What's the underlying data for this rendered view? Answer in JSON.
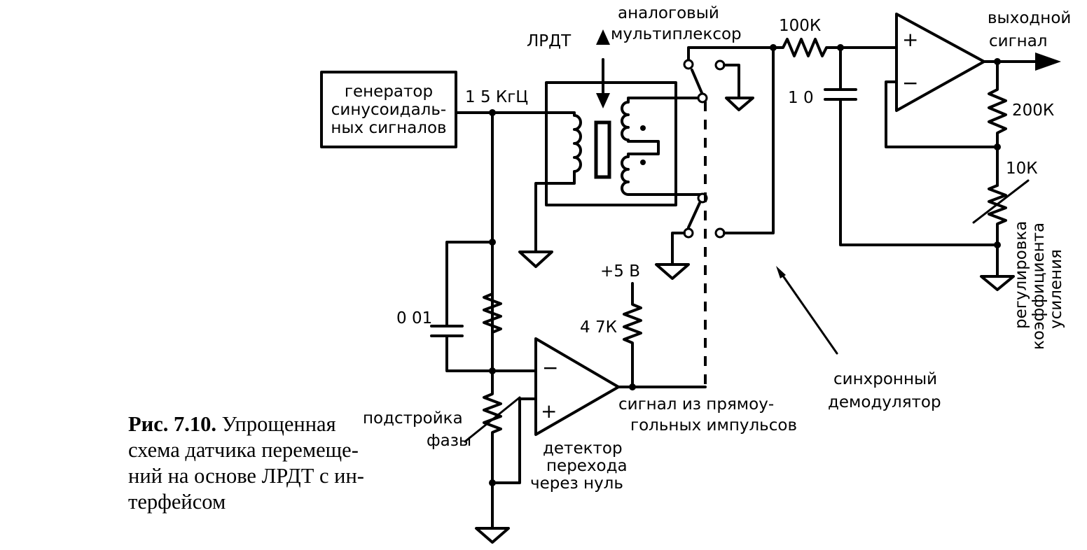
{
  "labels": {
    "generator": [
      "генератор",
      "синусоидаль-",
      "ных сигналов"
    ],
    "frequency": "1 5 КгЦ",
    "lvdt": "ЛРДТ",
    "mux": [
      "аналоговый",
      "мультиплексор"
    ],
    "r_100k": "100К",
    "c_10": "1 0",
    "output": [
      "выходной",
      "сигнал"
    ],
    "r_200k": "200К",
    "r_10k": "10К",
    "gain_adjust": [
      "регулировка",
      "коэффициента",
      "усиления"
    ],
    "supply": "+5 В",
    "r_47k": "4 7К",
    "c_001": "0 01",
    "phase_trim": [
      "подстройка",
      "фазы"
    ],
    "square_wave": [
      "сигнал из прямоу-",
      "гольных импульсов"
    ],
    "zero_cross": [
      "детектор",
      "перехода",
      "через нуль"
    ],
    "sync_demod": [
      "синхронный",
      "демодулятор"
    ],
    "minus": "−",
    "plus": "+"
  },
  "caption": {
    "number": "Рис. 7.10.",
    "lines": [
      "Упрощенная",
      "схема датчика перемеще-",
      "ний на основе ЛРДТ с ин-",
      "терфейсом"
    ]
  }
}
